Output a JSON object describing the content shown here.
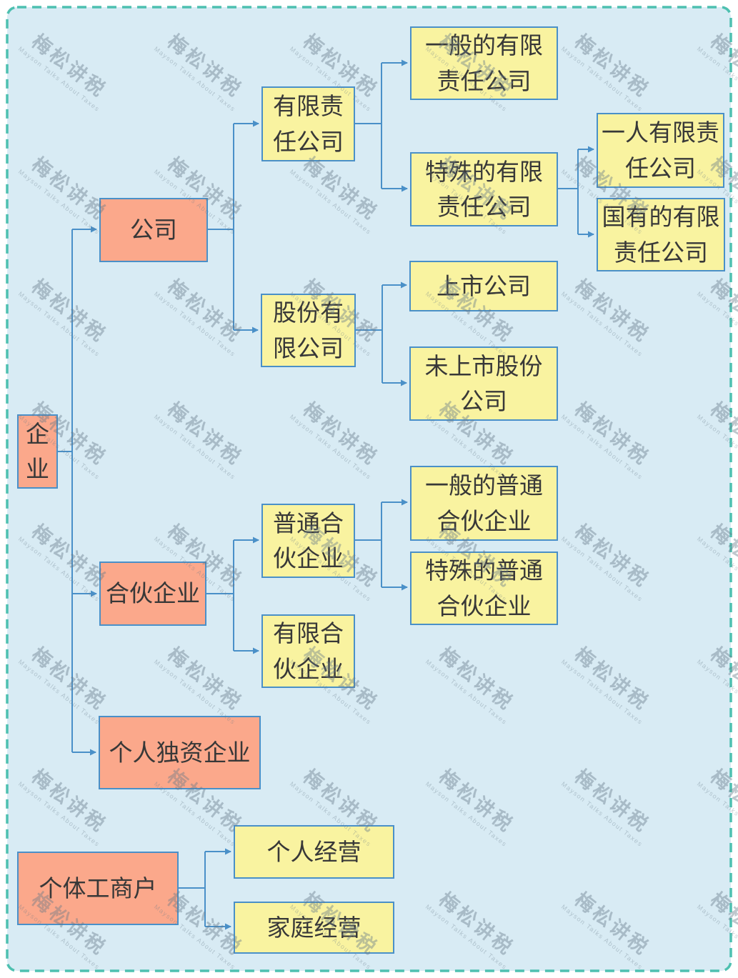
{
  "watermark": {
    "cn": "梅松讲税",
    "en": "Mayson Talks About Taxes"
  },
  "colors": {
    "page_background": "#D8EBF4",
    "root_node_fill": "#FBA88B",
    "leaf_node_fill": "#F9F3A0",
    "node_border": "#4A90C8",
    "connector": "#4A90C8",
    "outer_dashed_border": "#4EC0B0",
    "node_text": "#383838"
  },
  "nodes": {
    "enterprise": {
      "label": "企\n业"
    },
    "company": {
      "label": "公司"
    },
    "limited_liability_company": {
      "label": "有限责\n任公司"
    },
    "general_llc": {
      "label": "一般的有限\n责任公司"
    },
    "special_llc": {
      "label": "特殊的有限\n责任公司"
    },
    "one_person_llc": {
      "label": "一人有限责\n任公司"
    },
    "state_owned_llc": {
      "label": "国有的有限\n责任公司"
    },
    "joint_stock_company": {
      "label": "股份有\n限公司"
    },
    "listed_company": {
      "label": "上市公司"
    },
    "unlisted_joint_stock_company": {
      "label": "未上市股份\n公司"
    },
    "partnership": {
      "label": "合伙企业"
    },
    "general_partnership": {
      "label": "普通合\n伙企业"
    },
    "general_general_partnership": {
      "label": "一般的普通\n合伙企业"
    },
    "special_general_partnership": {
      "label": "特殊的普通\n合伙企业"
    },
    "limited_partnership": {
      "label": "有限合\n伙企业"
    },
    "sole_proprietorship": {
      "label": "个人独资企业"
    },
    "individual_business": {
      "label": "个体工商户"
    },
    "individual_operation": {
      "label": "个人经营"
    },
    "family_operation": {
      "label": "家庭经营"
    }
  }
}
